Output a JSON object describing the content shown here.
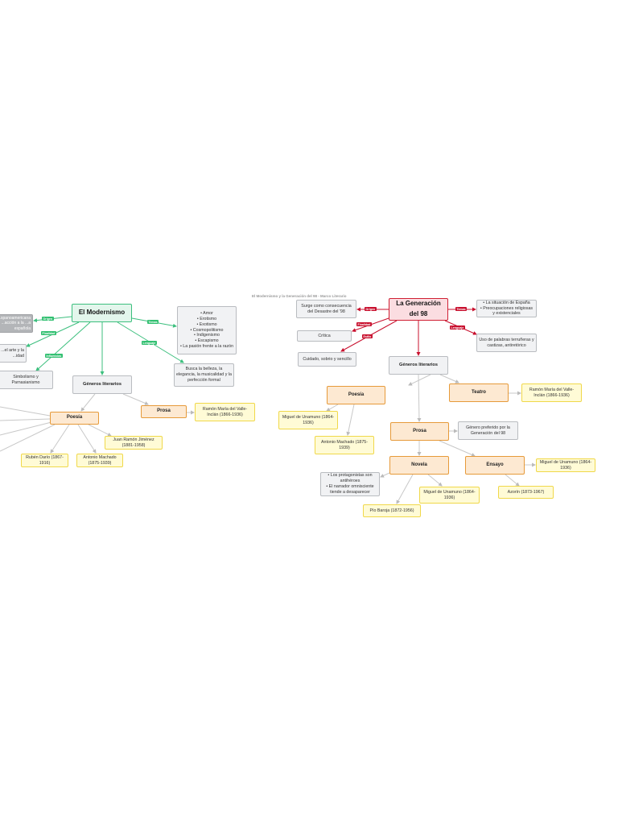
{
  "title": "El Modernismo y la Generación del 98 - Marco Literario",
  "colors": {
    "modernismo_accent": "#3cbf7e",
    "generacion_accent": "#c8102e",
    "genre_border": "#e69a3a",
    "author_border": "#f0d84a"
  },
  "modernismo": {
    "title": "El Modernismo",
    "labels": {
      "origen": "Origen",
      "finalidad": "Finalidad",
      "influencias": "Influencias",
      "temas": "Temas",
      "lenguaje": "Lenguaje"
    },
    "origen": "...spanoamericana ...acción a la ...a española",
    "finalidad": "...el arte y la ...idad",
    "influencias": "Simbolismo y Parnasianismo",
    "temas": [
      "• Amor",
      "• Erotismo",
      "• Exotismo",
      "• Cosmopolitismo",
      "• Indigenismo",
      "• Escapismo",
      "• La pasión frente a la razón"
    ],
    "lenguaje": "Busca la belleza, la elegancia, la musicalidad y la perfección formal",
    "generos": "Géneros literarios",
    "poesia": "Poesía",
    "prosa": "Prosa",
    "prosa_autor": "Ramón María del Valle-Inclán (1866-1936)",
    "poesia_autores": [
      "Juan Ramón Jiménez (1881-1958)",
      "Rubén Darío (1867-1916)",
      "Antonio Machado (1875-1939)"
    ]
  },
  "generacion": {
    "title": "La Generación del 98",
    "labels": {
      "origen": "Origen",
      "temas": "Temas",
      "finalidad": "Finalidad",
      "estilo": "Estilo",
      "lenguaje": "Lenguaje"
    },
    "origen": "Surge como consecuencia del Desastre del '98",
    "finalidad": "Crítica",
    "estilo": "Cuidado, sobrio y sencillo",
    "temas": [
      "• La situación de España",
      "• Preocupaciones religiosas y existenciales"
    ],
    "lenguaje": "Uso de palabras terruñeras y castizas, antiretórico",
    "generos": "Géneros literarios",
    "poesia": "Poesía",
    "teatro": "Teatro",
    "teatro_autor": "Ramón María del Valle-Inclán (1866-1936)",
    "poesia_autores": [
      "Miguel de Unamuno (1864-1936)",
      "Antonio Machado (1875-1939)"
    ],
    "prosa": "Prosa",
    "prosa_nota": "Género preferido por la Generación del 98",
    "novela": "Novela",
    "novela_nota": [
      "• Los protagonistas son antihéroes",
      "• El narrador omnisciente tiende a desaparecer"
    ],
    "novela_autores": [
      "Miguel de Unamuno (1864-1936)",
      "Pío Baroja (1872-1956)"
    ],
    "ensayo": "Ensayo",
    "ensayo_autores": [
      "Miguel de Unamuno (1864-1936)",
      "Azorín (1873-1967)"
    ]
  }
}
